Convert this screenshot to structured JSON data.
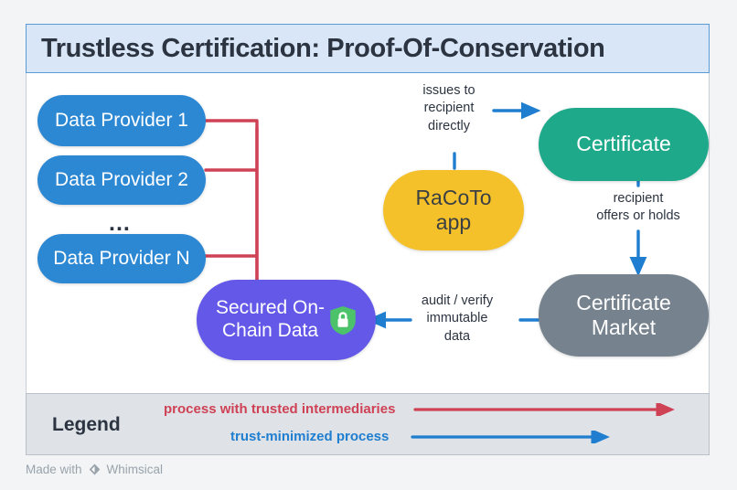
{
  "title": "Trustless Certification: Proof-Of-Conservation",
  "nodes": {
    "provider1": "Data Provider 1",
    "provider2": "Data Provider 2",
    "ellipsis": "...",
    "providerN": "Data Provider N",
    "app": "RaCoTo\napp",
    "certificate": "Certificate",
    "market": "Certificate\nMarket",
    "chain": "Secured On-\nChain Data"
  },
  "edge_labels": {
    "issues": "issues to\nrecipient\ndirectly",
    "offers": "recipient\noffers or holds",
    "audit": "audit / verify\nimmutable\ndata"
  },
  "legend": {
    "title": "Legend",
    "trusted": "process with trusted intermediaries",
    "minimized": "trust-minimized process"
  },
  "footer": {
    "made_with": "Made with",
    "brand": "Whimsical"
  },
  "colors": {
    "provider": "#2d88d4",
    "app": "#f5c12a",
    "certificate": "#1fa98b",
    "market": "#76838e",
    "chain": "#6358e8",
    "shield": "#4cc26a",
    "red_flow": "#cf4155",
    "blue_flow": "#1f7ed0",
    "title_bg": "#d8e6f7",
    "legend_bg": "#dfe3e7"
  },
  "icons": {
    "shield_lock": "shield-lock-icon",
    "whimsical": "whimsical-logo-icon"
  }
}
